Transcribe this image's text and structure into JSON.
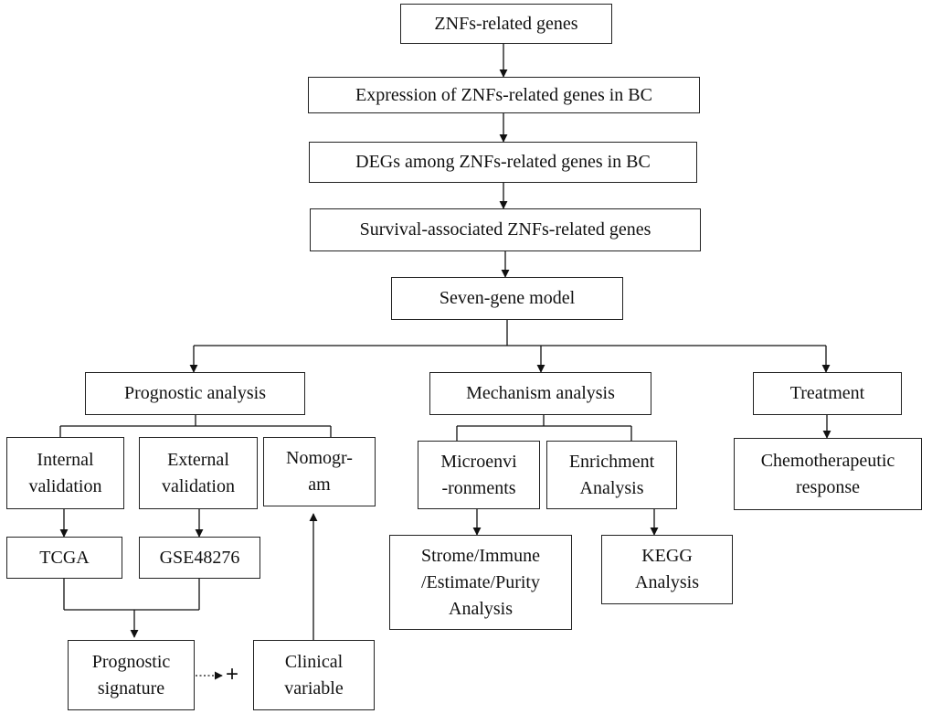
{
  "nodes": {
    "znfs_genes": {
      "lines": [
        "ZNFs-related genes"
      ]
    },
    "expression": {
      "lines": [
        "Expression of ZNFs-related genes in BC"
      ]
    },
    "degs": {
      "lines": [
        "DEGs among ZNFs-related genes in BC"
      ]
    },
    "survival": {
      "lines": [
        "Survival-associated ZNFs-related genes"
      ]
    },
    "model": {
      "lines": [
        "Seven-gene model"
      ]
    },
    "prognostic": {
      "lines": [
        "Prognostic analysis"
      ]
    },
    "mechanism": {
      "lines": [
        "Mechanism analysis"
      ]
    },
    "treatment": {
      "lines": [
        "Treatment"
      ]
    },
    "internal": {
      "lines": [
        "Internal",
        "validation"
      ]
    },
    "external": {
      "lines": [
        "External",
        "validation"
      ]
    },
    "nomogram": {
      "lines": [
        "Nomogr-",
        "am"
      ]
    },
    "microenv": {
      "lines": [
        "Microenvi",
        "-ronments"
      ]
    },
    "enrichment": {
      "lines": [
        "Enrichment",
        "Analysis"
      ]
    },
    "chemo": {
      "lines": [
        "Chemotherapeutic",
        "response"
      ]
    },
    "tcga": {
      "lines": [
        "TCGA"
      ]
    },
    "gse": {
      "lines": [
        "GSE48276"
      ]
    },
    "strome": {
      "lines": [
        "Strome/Immune",
        "/Estimate/Purity",
        "Analysis"
      ]
    },
    "kegg": {
      "lines": [
        "KEGG",
        "Analysis"
      ]
    },
    "signature": {
      "lines": [
        "Prognostic",
        "signature"
      ]
    },
    "clinical": {
      "lines": [
        "Clinical",
        "variable"
      ]
    }
  },
  "symbols": {
    "plus": "+"
  }
}
